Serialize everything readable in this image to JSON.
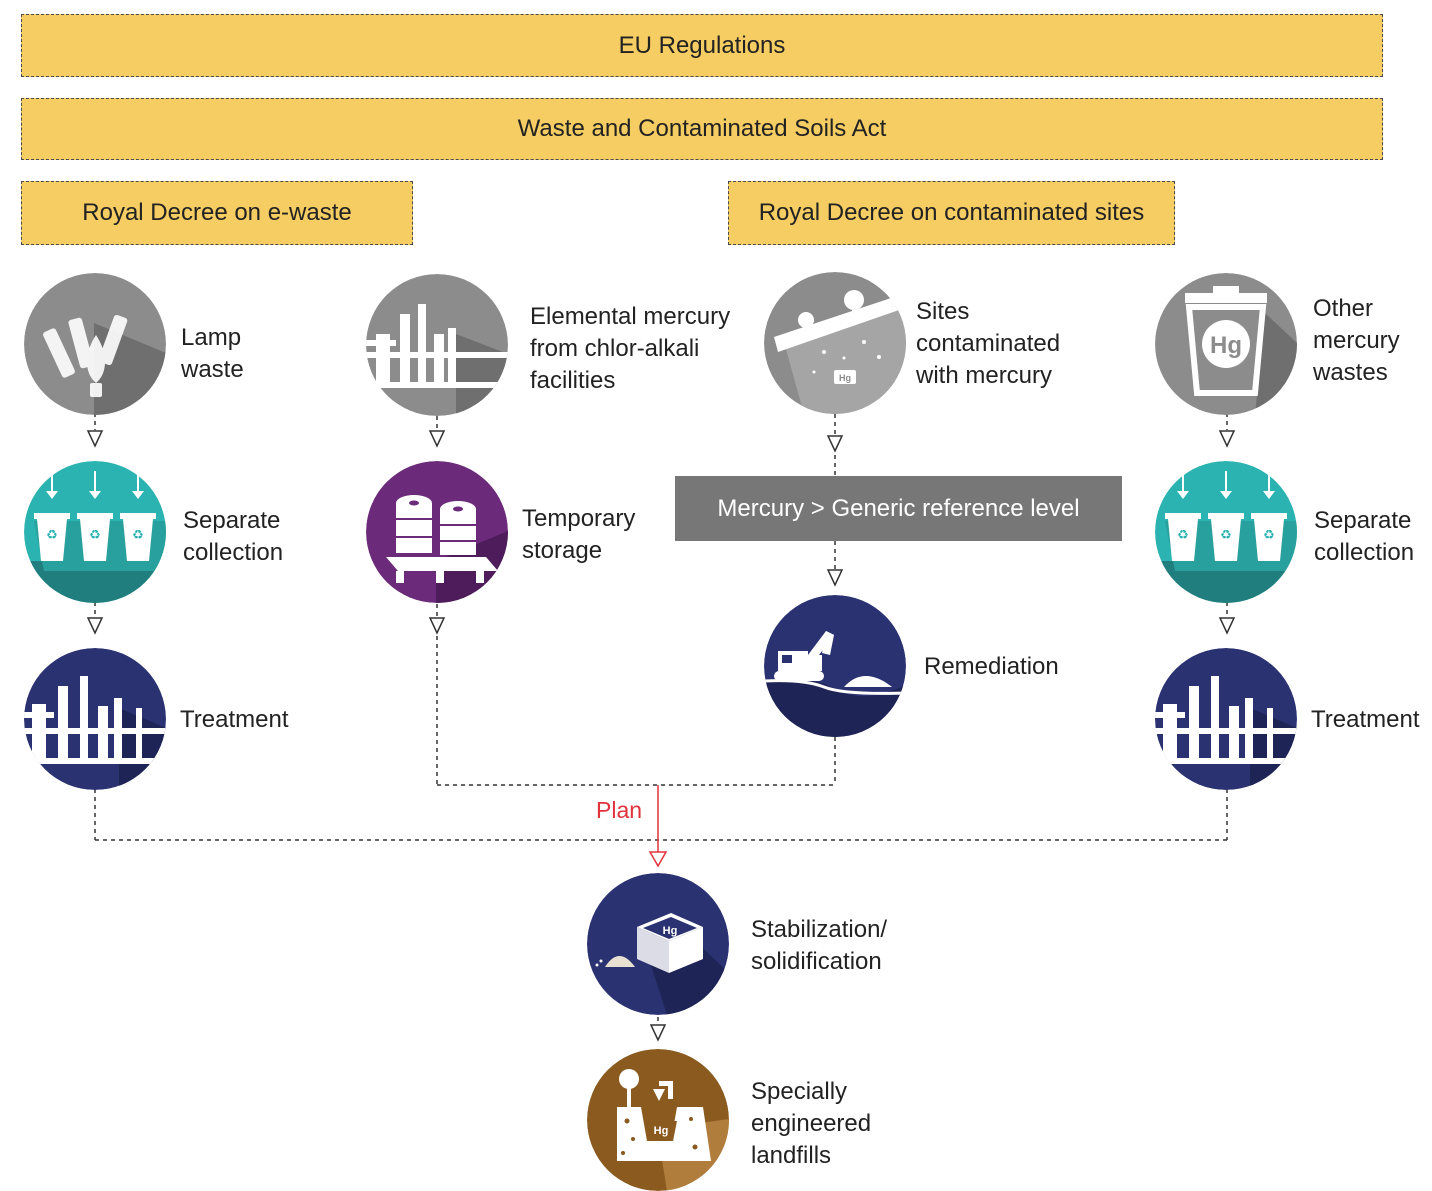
{
  "regulations": {
    "eu": "EU Regulations",
    "waste_act": "Waste and Contaminated Soils Act",
    "decree_ewaste": "Royal Decree on e-waste",
    "decree_sites": "Royal Decree on contaminated sites"
  },
  "streams": {
    "lamp": {
      "label": [
        "Lamp",
        "waste"
      ],
      "icon": "lamp-icon"
    },
    "chlor": {
      "label": [
        "Elemental mercury",
        "from chlor-alkali",
        "facilities"
      ],
      "icon": "factory-icon"
    },
    "sites": {
      "label": [
        "Sites",
        "contaminated",
        "with mercury"
      ],
      "icon": "contaminated-site-icon"
    },
    "other": {
      "label": [
        "Other",
        "mercury",
        "wastes"
      ],
      "icon": "trash-bin-icon",
      "badge": "Hg"
    }
  },
  "steps": {
    "separate_left": {
      "label": [
        "Separate",
        "collection"
      ],
      "icon": "recycle-bins-icon"
    },
    "temporary": {
      "label": [
        "Temporary",
        "storage"
      ],
      "icon": "barrels-icon"
    },
    "threshold": "Mercury > Generic reference level",
    "remediation": {
      "label": [
        "Remediation"
      ],
      "icon": "excavator-icon"
    },
    "separate_right": {
      "label": [
        "Separate",
        "collection"
      ],
      "icon": "recycle-bins-icon"
    },
    "treatment_left": {
      "label": [
        "Treatment"
      ],
      "icon": "factory-icon"
    },
    "treatment_right": {
      "label": [
        "Treatment"
      ],
      "icon": "factory-icon"
    },
    "plan": "Plan",
    "stabilization": {
      "label": [
        "Stabilization/",
        "solidification"
      ],
      "icon": "hg-block-icon",
      "badge": "Hg"
    },
    "landfill": {
      "label": [
        "Specially",
        "engineered",
        "landfills"
      ],
      "icon": "landfill-icon",
      "badge": "Hg"
    }
  },
  "colors": {
    "regulation_fill": "#f6cd62",
    "gray_icon": "#8c8c8c",
    "teal_icon": "#2bb3b1",
    "navy_icon": "#2b3272",
    "purple_icon": "#6b2a7a",
    "brown_icon": "#8a5a1e",
    "plan_arrow": "#e0333b"
  }
}
